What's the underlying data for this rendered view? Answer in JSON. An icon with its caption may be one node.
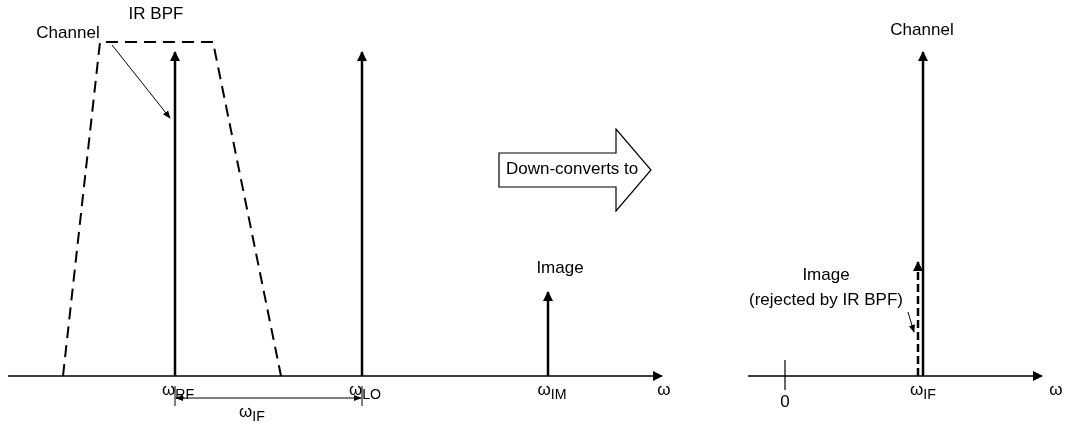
{
  "diagram": {
    "nodes": [
      {
        "text": [
          "Down-converts to"
        ]
      },
      {
        "text": [
          "Channel"
        ]
      },
      {
        "text": [
          "Image (rejected by IR BPF)"
        ]
      }
    ],
    "edges": [
      {
        "from": 1,
        "to": null,
        "arrow": "to"
      },
      {
        "from": 2,
        "to": null,
        "arrow": "to"
      }
    ],
    "labels": [
      "IR BPF",
      "Image",
      "ω$_{RF}$",
      "ω$_{LO}$",
      "ω$_{IF}$",
      "ω$_{IM}$",
      "ω",
      "Channel",
      "0",
      "ω$_{IF}$",
      "ω"
    ]
  }
}
